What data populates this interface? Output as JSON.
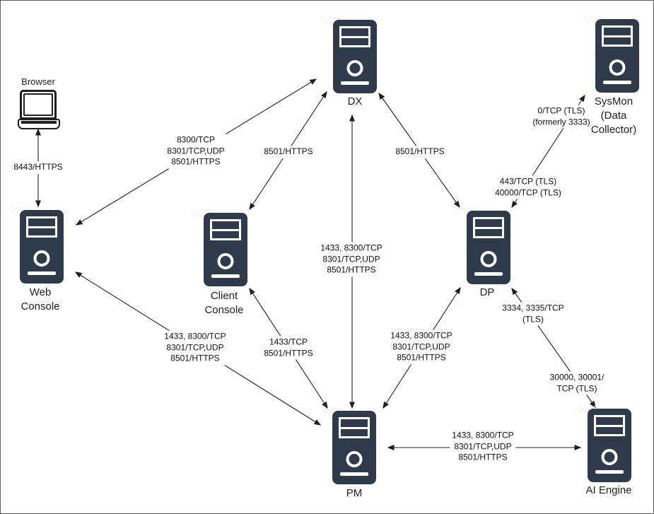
{
  "diagram": {
    "description": "Network port diagram of product components",
    "colors": {
      "server_fill": "#2f3b4b",
      "line": "#1f1f1f",
      "hatch": "#ebebeb",
      "canvas_border": "#5b5b5b",
      "background": "#ffffff"
    }
  },
  "nodes": {
    "browser": {
      "label": "Browser",
      "icon": "laptop-icon"
    },
    "dx": {
      "label": "DX",
      "icon": "server-icon"
    },
    "sysmon": {
      "lines": [
        "SysMon",
        "(Data",
        "Collector)"
      ],
      "icon": "server-icon"
    },
    "web_console": {
      "lines": [
        "Web",
        "Console"
      ],
      "icon": "server-icon"
    },
    "client_console": {
      "lines": [
        "Client",
        "Console"
      ],
      "icon": "server-icon"
    },
    "dp": {
      "label": "DP",
      "icon": "server-icon"
    },
    "pm": {
      "label": "PM",
      "icon": "server-icon"
    },
    "ai_engine": {
      "label": "AI Engine",
      "icon": "server-icon"
    }
  },
  "edges": {
    "browser_web": {
      "from": "browser",
      "to": "web_console",
      "lines": [
        "8443/HTTPS"
      ]
    },
    "web_dx": {
      "from": "web_console",
      "to": "dx",
      "lines": [
        "8300/TCP",
        "8301/TCP,UDP",
        "8501/HTTPS"
      ]
    },
    "client_dx": {
      "from": "client_console",
      "to": "dx",
      "lines": [
        "8501/HTTPS"
      ]
    },
    "dx_dp": {
      "from": "dx",
      "to": "dp",
      "lines": [
        "8501/HTTPS"
      ]
    },
    "dx_pm": {
      "from": "dx",
      "to": "pm",
      "lines": [
        "1433, 8300/TCP",
        "8301/TCP,UDP",
        "8501/HTTPS"
      ]
    },
    "web_pm": {
      "from": "web_console",
      "to": "pm",
      "lines": [
        "1433, 8300/TCP",
        "8301/TCP,UDP",
        "8501/HTTPS"
      ]
    },
    "client_pm": {
      "from": "client_console",
      "to": "pm",
      "lines": [
        "1433/TCP",
        "8501/HTTPS"
      ]
    },
    "dp_pm": {
      "from": "dp",
      "to": "pm",
      "lines": [
        "1433, 8300/TCP",
        "8301/TCP,UDP",
        "8501/HTTPS"
      ]
    },
    "dp_sysmon": {
      "from": "dp",
      "to": "sysmon",
      "label_near_sysmon": [
        "0/TCP (TLS)",
        "(formerly 3333)"
      ],
      "label_near_dp": [
        "443/TCP (TLS)",
        "40000/TCP (TLS)"
      ]
    },
    "dp_ai": {
      "from": "dp",
      "to": "ai_engine",
      "label_near_dp": [
        "3334, 3335/TCP",
        "(TLS)"
      ],
      "label_near_ai": [
        "30000, 30001/",
        "TCP (TLS)"
      ]
    },
    "pm_ai": {
      "from": "pm",
      "to": "ai_engine",
      "lines": [
        "1433, 8300/TCP",
        "8301/TCP,UDP",
        "8501/HTTPS"
      ]
    }
  }
}
